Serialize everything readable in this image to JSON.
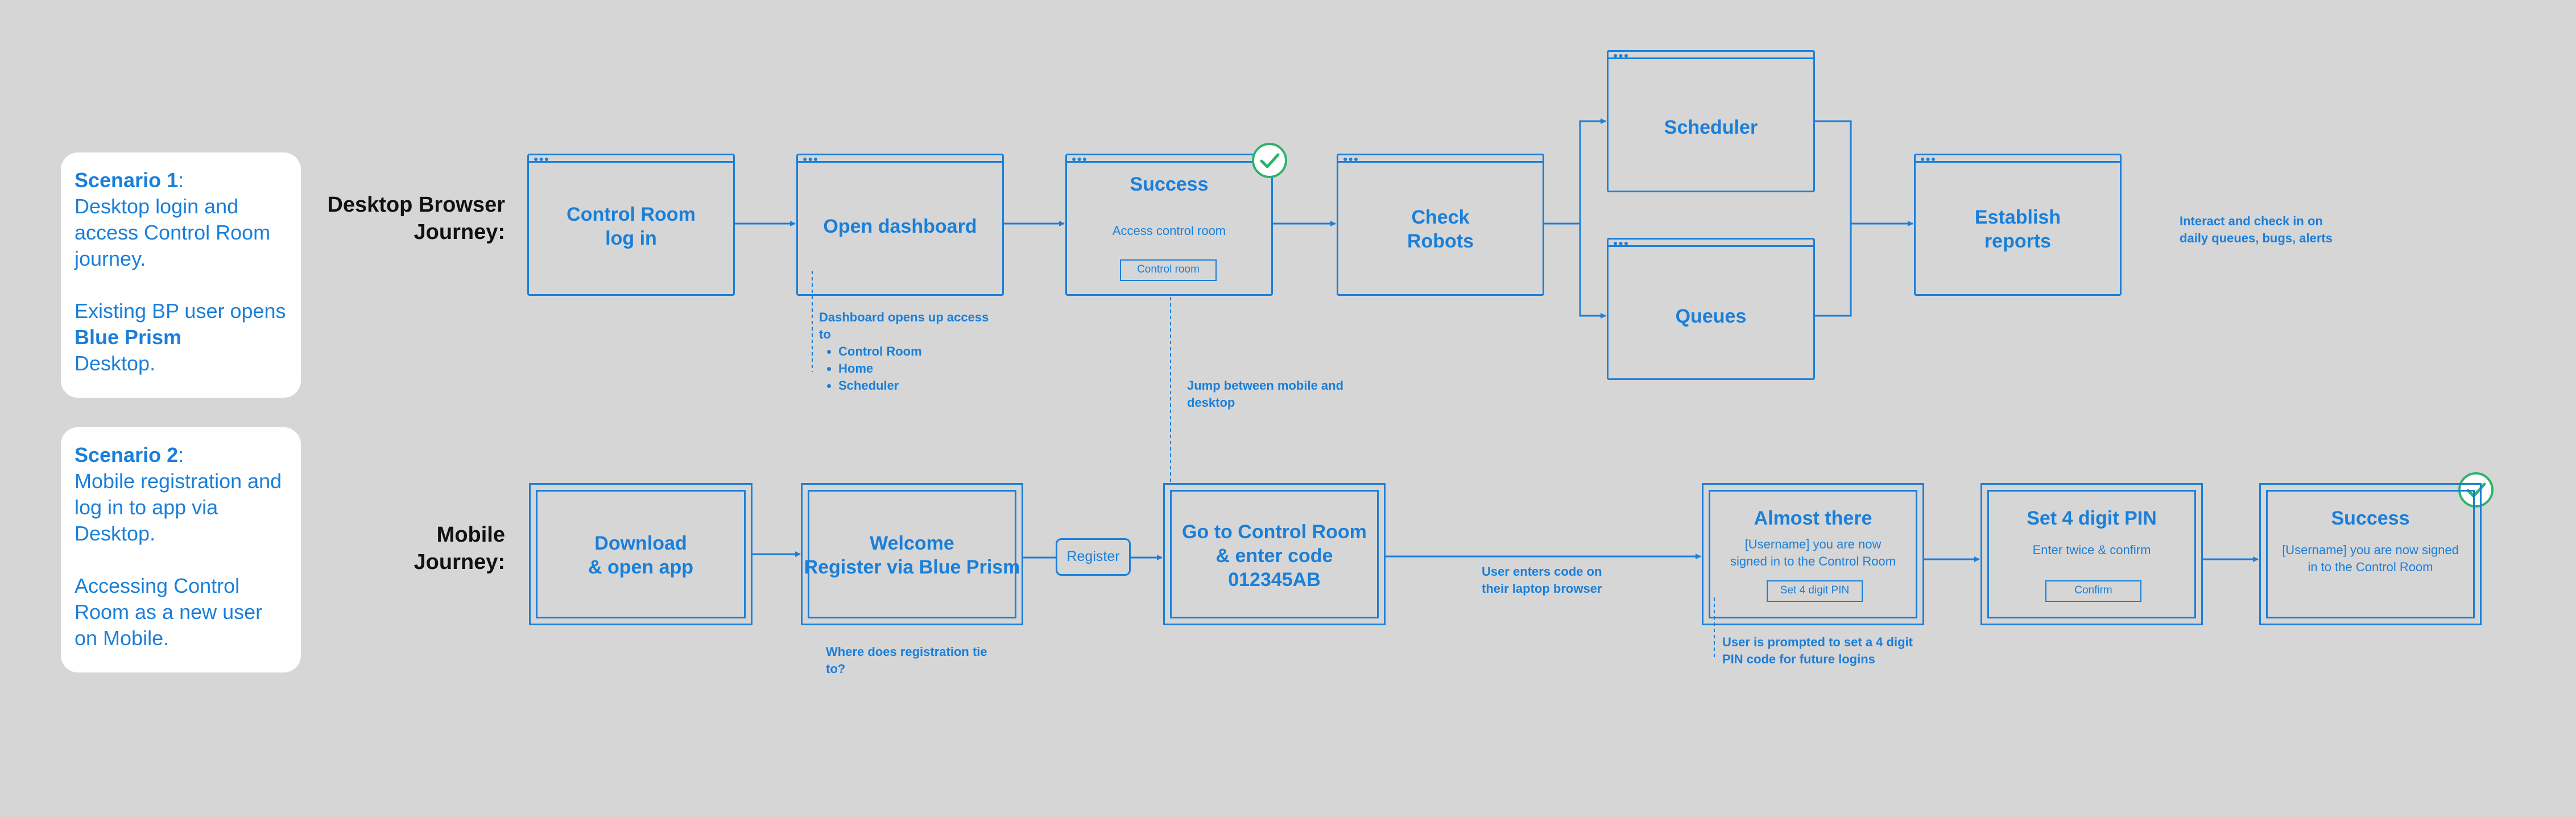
{
  "colors": {
    "accent": "#1a7fd9",
    "background": "#d6d6d6",
    "success": "#2cb36b"
  },
  "scenario1": {
    "title": "Scenario 1",
    "colon": ":",
    "line1": "Desktop login and access Control Room journey.",
    "line2_pre": "Existing BP user opens ",
    "line2_bold": "Blue Prism",
    "line2_post": "Desktop."
  },
  "scenario2": {
    "title": "Scenario 2",
    "colon": ":",
    "line1": "Mobile registration and log in to app via Desktop.",
    "line2": "Accessing Control Room as a new user on Mobile."
  },
  "lanes": {
    "desktop_1": "Desktop Browser",
    "desktop_2": "Journey:",
    "mobile_1": "Mobile",
    "mobile_2": "Journey:"
  },
  "desktop": {
    "control_room_1": "Control Room",
    "control_room_2": "log in",
    "open_dashboard": "Open dashboard",
    "success_title": "Success",
    "success_sub": "Access control room",
    "success_btn": "Control room",
    "check_1": "Check",
    "check_2": "Robots",
    "scheduler": "Scheduler",
    "queues": "Queues",
    "establish_1": "Establish",
    "establish_2": "reports"
  },
  "notes": {
    "dashboard_1": "Dashboard opens up access",
    "dashboard_2": "to",
    "dashboard_items": [
      "Control Room",
      "Home",
      "Scheduler"
    ],
    "jump_1": "Jump between mobile and",
    "jump_2": "desktop",
    "interact_1": "Interact and check in on",
    "interact_2": "daily queues, bugs, alerts",
    "register_1": "Where does registration tie",
    "register_2": "to?",
    "code_1": "User enters code on",
    "code_2": "their laptop browser",
    "pin_1": "User is prompted to set a 4 digit",
    "pin_2": "PIN code for future logins"
  },
  "mobile": {
    "download_1": "Download",
    "download_2": "& open app",
    "welcome_1": "Welcome",
    "welcome_2": "Register via Blue Prism",
    "register_btn": "Register",
    "goto_1": "Go to Control Room",
    "goto_2": "& enter code",
    "goto_3": "012345AB",
    "almost_title": "Almost there",
    "almost_sub_1": "[Username] you are now",
    "almost_sub_2": "signed in to the Control Room",
    "almost_btn": "Set 4 digit PIN",
    "pin_title": "Set 4 digit PIN",
    "pin_sub": "Enter twice & confirm",
    "pin_btn": "Confirm",
    "success_title": "Success",
    "success_sub_1": "[Username] you are now signed",
    "success_sub_2": "in to the Control Room"
  },
  "icons": {
    "check": "check-circle-icon",
    "browser_dots": "window-dots-icon"
  }
}
